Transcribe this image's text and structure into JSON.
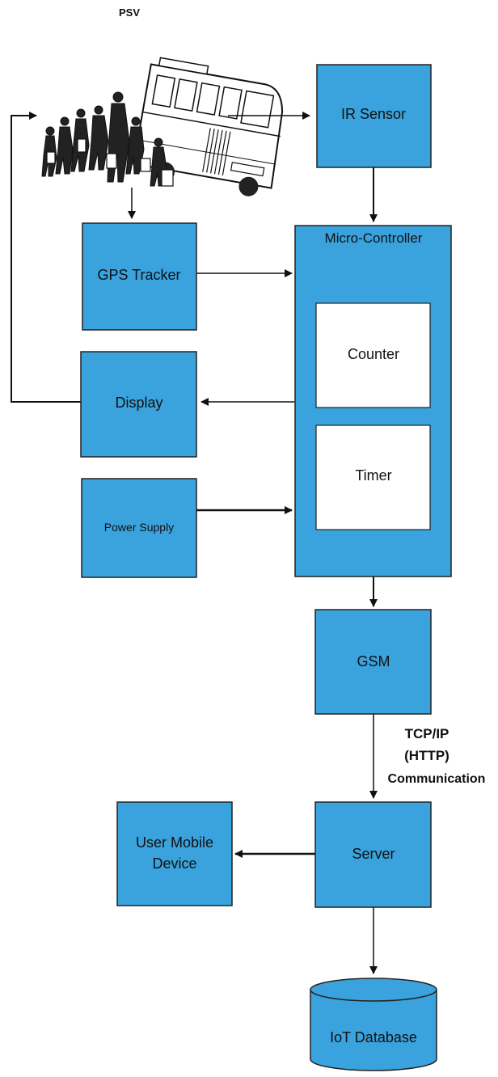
{
  "labels": {
    "psv": "PSV",
    "ir_sensor": "IR Sensor",
    "micro_controller": "Micro-Controller",
    "gps_tracker": "GPS Tracker",
    "counter": "Counter",
    "display": "Display",
    "timer": "Timer",
    "power_supply": "Power Supply",
    "gsm": "GSM",
    "tcp_line1": "TCP/IP",
    "tcp_line2": "(HTTP)",
    "tcp_line3": "Communication",
    "user_mobile_line1": "User Mobile",
    "user_mobile_line2": "Device",
    "server": "Server",
    "iot_database": "IoT Database"
  },
  "colors": {
    "box_fill": "#3aa3dd",
    "box_stroke": "#222222",
    "inner_fill": "#ffffff",
    "line": "#111111"
  },
  "icons": {
    "psv_image": "bus-with-passengers-icon"
  }
}
